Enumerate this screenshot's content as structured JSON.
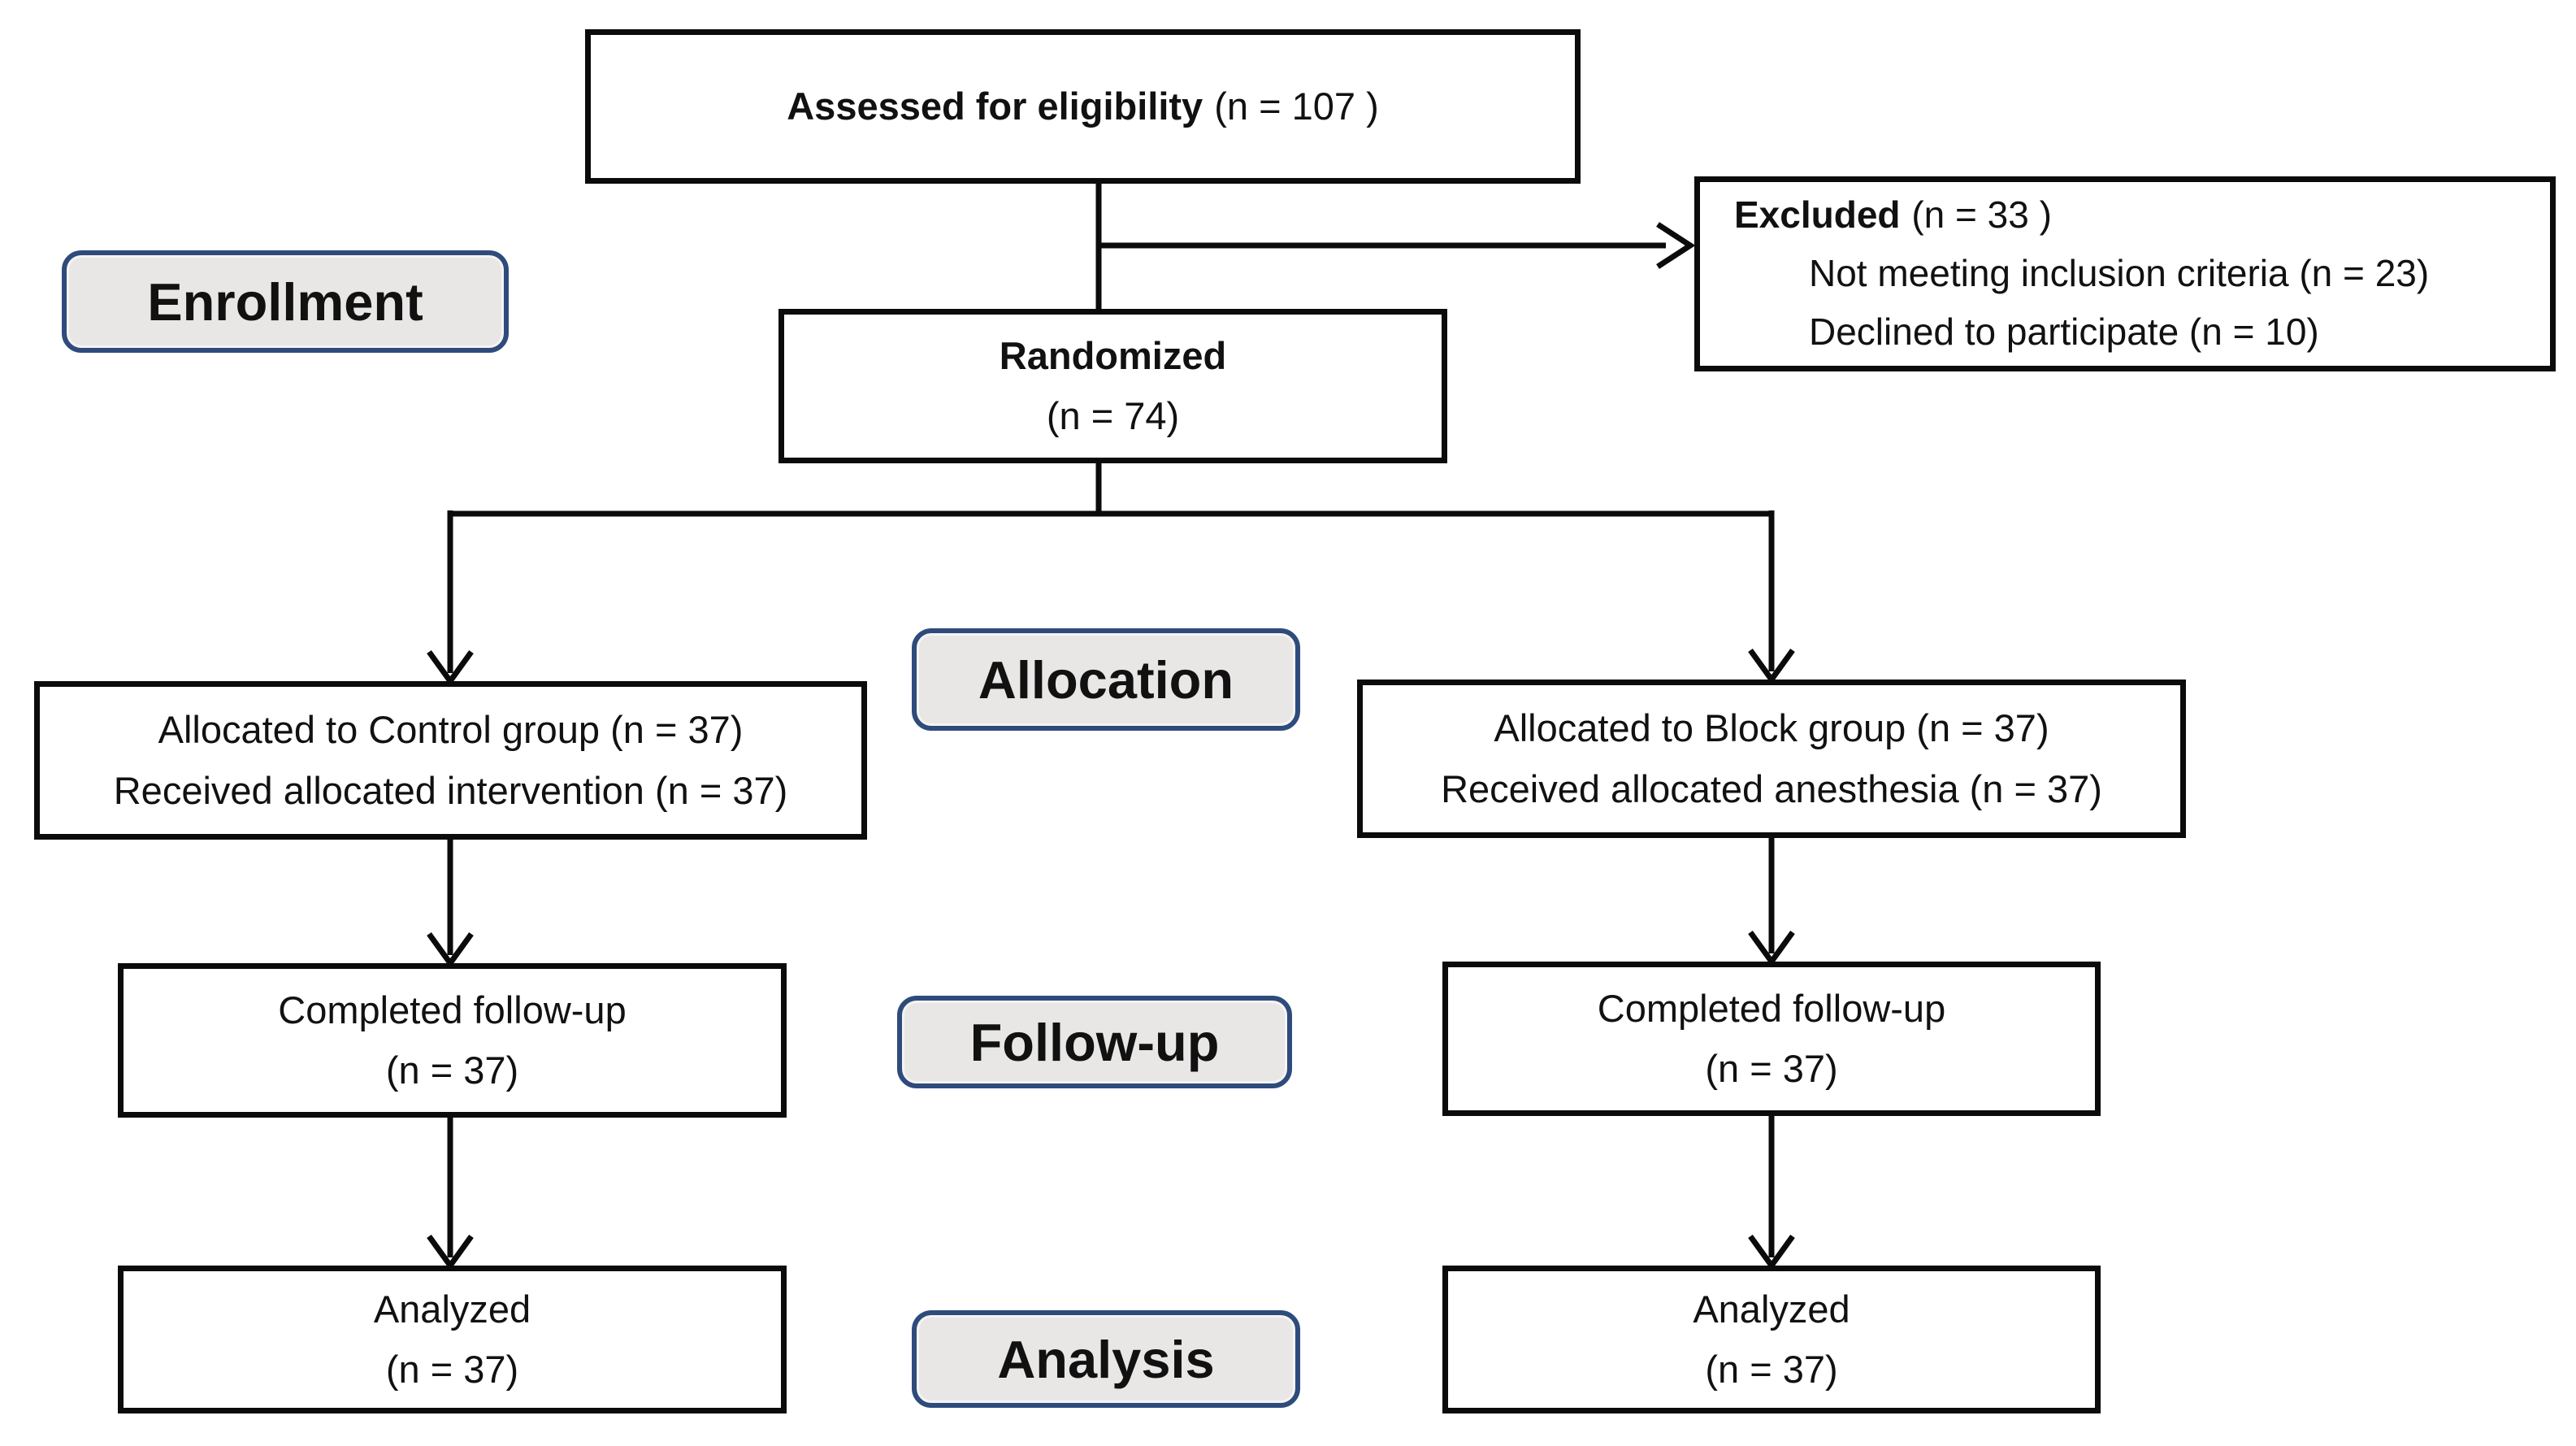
{
  "figure": {
    "type": "consort-flow-diagram",
    "colors": {
      "background": "#ffffff",
      "box_border": "#0b0b0b",
      "connector": "#0b0b0b",
      "text": "#111111",
      "stage_border": "#2e4b7b",
      "stage_bg": "#e9e7e6"
    },
    "stages": [
      {
        "id": "enrollment",
        "label": "Enrollment"
      },
      {
        "id": "allocation",
        "label": "Allocation"
      },
      {
        "id": "followup",
        "label": "Follow-up"
      },
      {
        "id": "analysis",
        "label": "Analysis"
      }
    ],
    "nodes": {
      "assessed": {
        "title": "Assessed for eligibility",
        "n": "(n = 107 )"
      },
      "excluded": {
        "title": "Excluded",
        "n": "(n = 33 )",
        "reasons": [
          "Not meeting inclusion criteria (n = 23)",
          "Declined to participate (n = 10)"
        ]
      },
      "randomized": {
        "title": "Randomized",
        "n": "(n = 74)"
      },
      "allocated_control": {
        "line1": "Allocated to Control group (n = 37)",
        "line2": "Received allocated intervention (n = 37)"
      },
      "allocated_block": {
        "line1": "Allocated to Block group (n = 37)",
        "line2": "Received allocated anesthesia (n = 37)"
      },
      "followup_control": {
        "line1": "Completed follow-up",
        "line2": "(n = 37)"
      },
      "followup_block": {
        "line1": "Completed follow-up",
        "line2": "(n = 37)"
      },
      "analyzed_control": {
        "line1": "Analyzed",
        "line2": "(n = 37)"
      },
      "analyzed_block": {
        "line1": "Analyzed",
        "line2": "(n = 37)"
      }
    },
    "flows": [
      {
        "from": "assessed",
        "to": "randomized"
      },
      {
        "from": "assessed",
        "to": "excluded"
      },
      {
        "from": "randomized",
        "to": "allocated_control"
      },
      {
        "from": "randomized",
        "to": "allocated_block"
      },
      {
        "from": "allocated_control",
        "to": "followup_control"
      },
      {
        "from": "allocated_block",
        "to": "followup_block"
      },
      {
        "from": "followup_control",
        "to": "analyzed_control"
      },
      {
        "from": "followup_block",
        "to": "analyzed_block"
      }
    ]
  }
}
